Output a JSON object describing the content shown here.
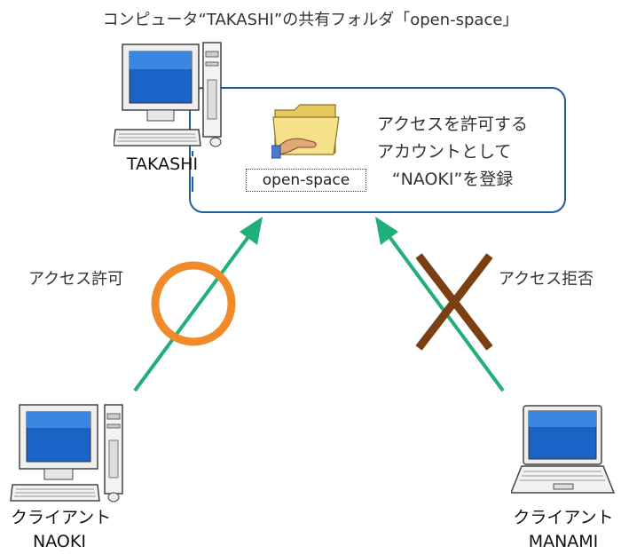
{
  "title": "コンピュータ“TAKASHI”の共有フォルダ「open-space」",
  "server": {
    "name": "TAKASHI"
  },
  "shared_folder": {
    "label": "open-space"
  },
  "panel_text": [
    "アクセスを許可する",
    "アカウントとして",
    "“NAOKI”を登録"
  ],
  "access": {
    "allowed_label": "アクセス許可",
    "denied_label": "アクセス拒否"
  },
  "clients": [
    {
      "line1": "クライアント",
      "line2": "NAOKI"
    },
    {
      "line1": "クライアント",
      "line2": "MANAMI"
    }
  ],
  "colors": {
    "arrow": "#1fb07a",
    "allowed_mark": "#f08a2a",
    "denied_mark": "#7a3f12",
    "panel_border": "#1f5fa0"
  }
}
